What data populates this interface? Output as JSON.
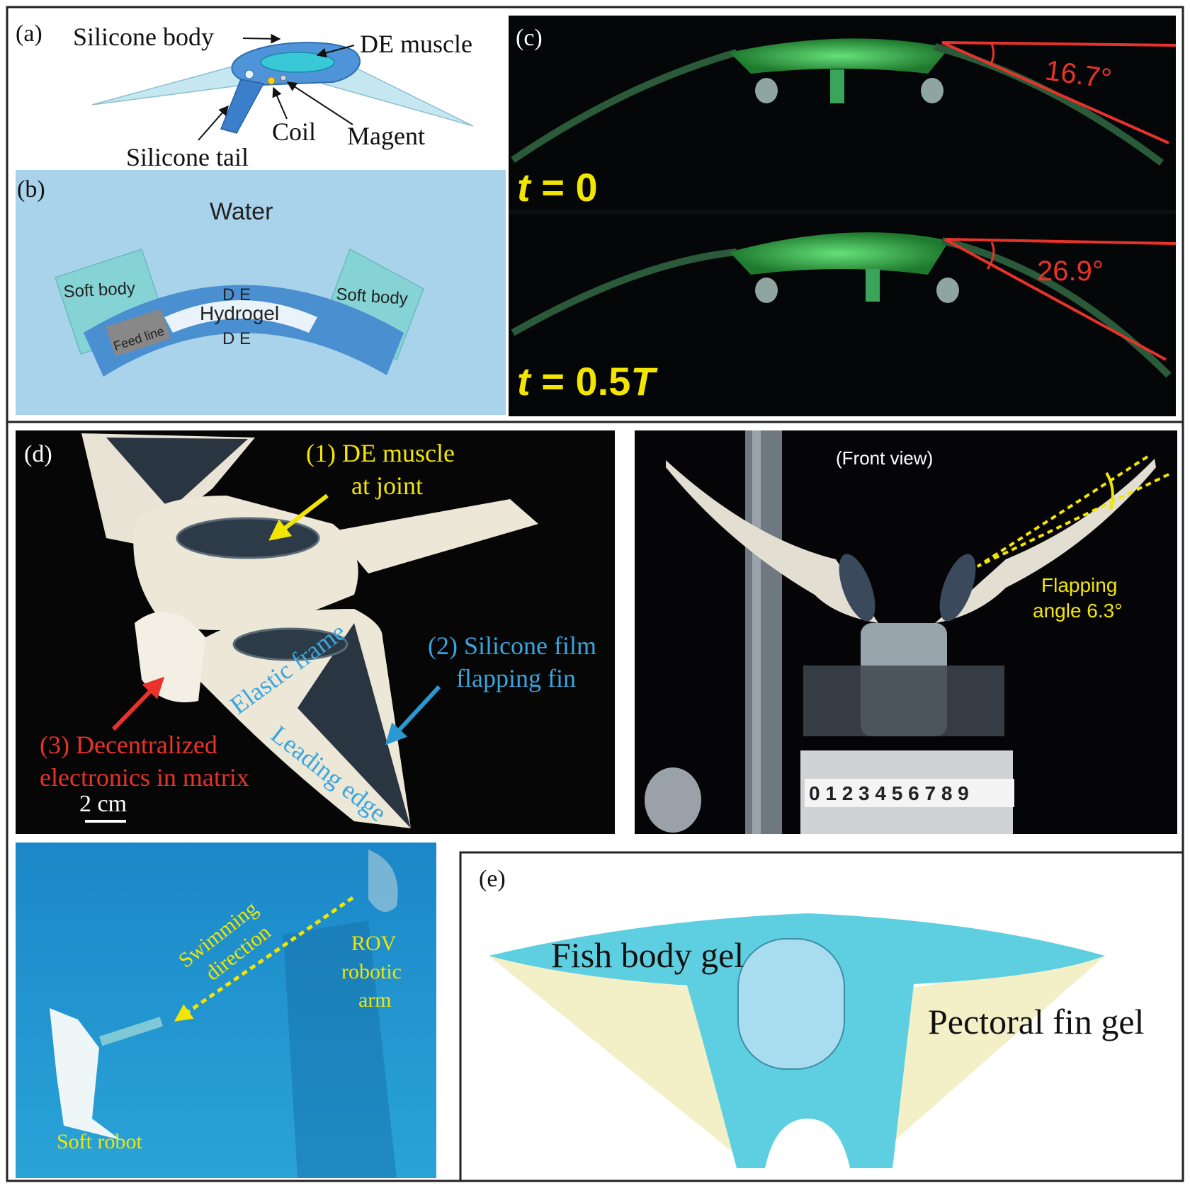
{
  "panel_a": {
    "tag": "(a)",
    "silicone_body": "Silicone body",
    "de_muscle": "DE muscle",
    "coil": "Coil",
    "magent": "Magent",
    "silicone_tail": "Silicone tail"
  },
  "panel_b": {
    "tag": "(b)",
    "water": "Water",
    "soft_body_left": "Soft body",
    "soft_body_right": "Soft body",
    "de_top": "D E",
    "hydrogel": "Hydrogel",
    "de_bottom": "D E",
    "feed_line": "Feed line"
  },
  "panel_c": {
    "tag": "(c)",
    "angle_top": "16.7°",
    "angle_bottom": "26.9°",
    "time_top_prefix": "t",
    "time_top_suffix": " = 0",
    "time_bottom_prefix": "t",
    "time_bottom_middle": " = 0.5",
    "time_bottom_T": "T"
  },
  "panel_d": {
    "tag": "(d)",
    "de_muscle_line1": "(1) DE muscle",
    "de_muscle_line2": "at joint",
    "silicone_film_line1": "(2) Silicone film",
    "silicone_film_line2": "flapping fin",
    "electronics_line1": "(3) Decentralized",
    "electronics_line2": "electronics in matrix",
    "elastic_frame": "Elastic frame",
    "leading_edge": "Leading edge",
    "scale": "2 cm"
  },
  "panel_front": {
    "front_view": "(Front view)",
    "flapping_line1": "Flapping",
    "flapping_line2": "angle 6.3°",
    "ruler": "0 1 2 3 4 5 6 7 8 9"
  },
  "panel_ocean": {
    "swimming_line1": "Swimming",
    "swimming_line2": "direction",
    "rov_line1": "ROV",
    "rov_line2": "robotic",
    "rov_line3": "arm",
    "soft_robot": "Soft robot"
  },
  "panel_e": {
    "tag": "(e)",
    "fish_body_gel": "Fish body gel",
    "pectoral_fin_gel": "Pectoral fin gel"
  },
  "colors": {
    "water_blue": "#a9d3ea",
    "de_blue": "#4a8fd0",
    "soft_body_teal": "#86d3d6",
    "gel_teal": "#5ecfe0",
    "fin_gel_yellow": "#f3f0c8",
    "angle_red": "#e8322a",
    "label_yellow": "#f2e600",
    "label_blue": "#3aa6dd",
    "label_red": "#e8322a",
    "ocean_blue": "#1e8fd0"
  }
}
